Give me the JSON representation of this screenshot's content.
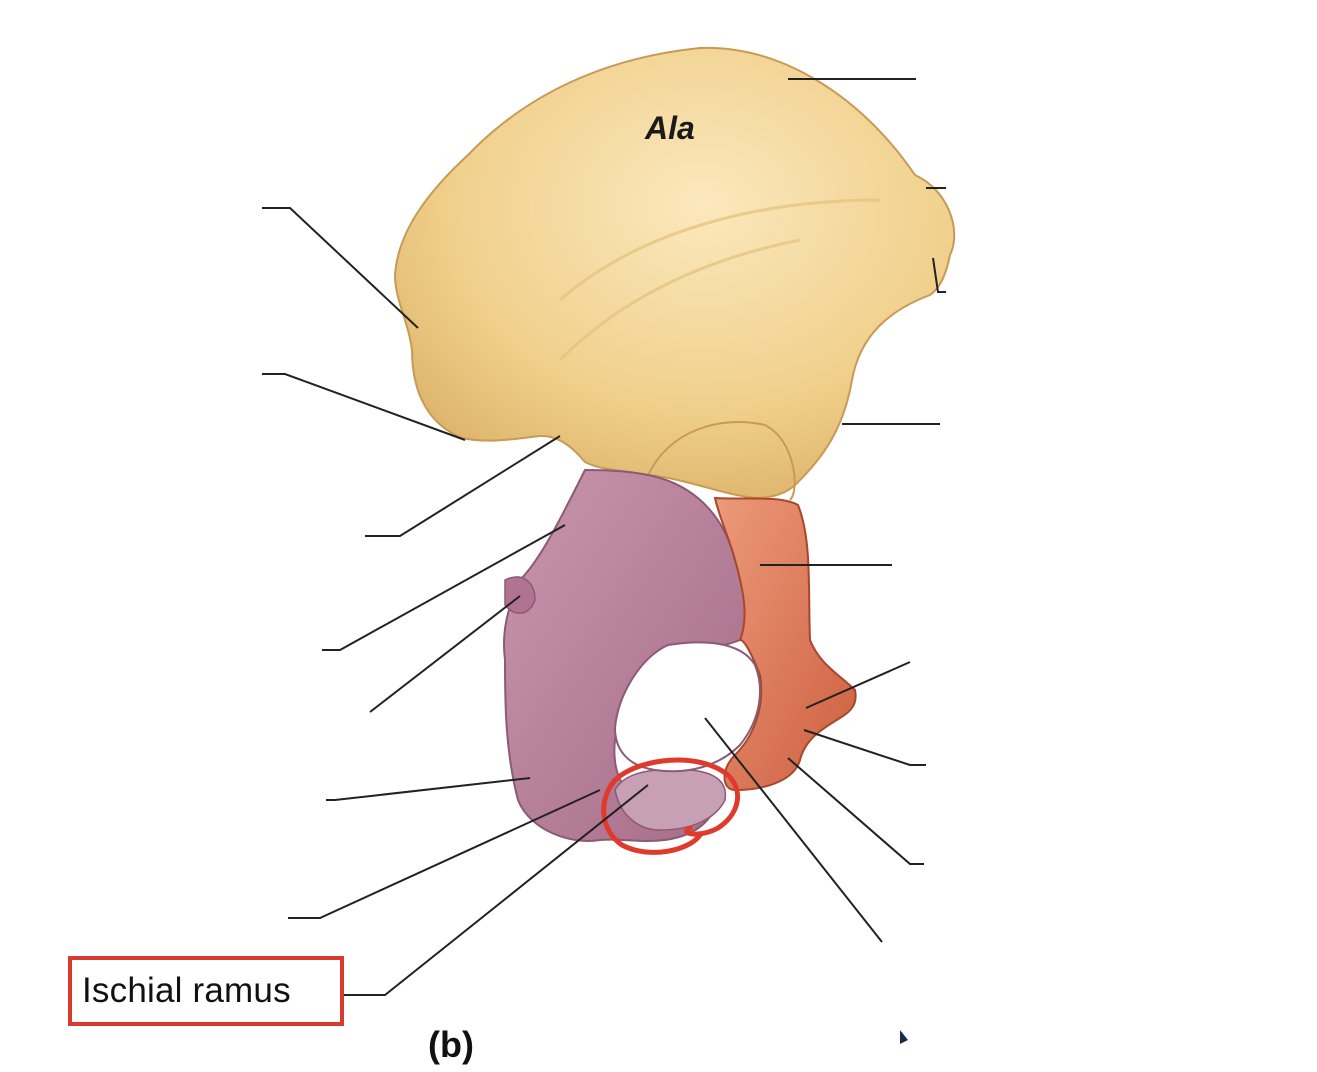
{
  "figure": {
    "region_label": "Ala",
    "answer_label": "Ischial ramus",
    "panel_letter": "(b)"
  },
  "colors": {
    "ilium": "#f2d79a",
    "ischium": "#b87f9c",
    "pubis": "#dd7a5c",
    "highlight": "#e03a2c"
  }
}
